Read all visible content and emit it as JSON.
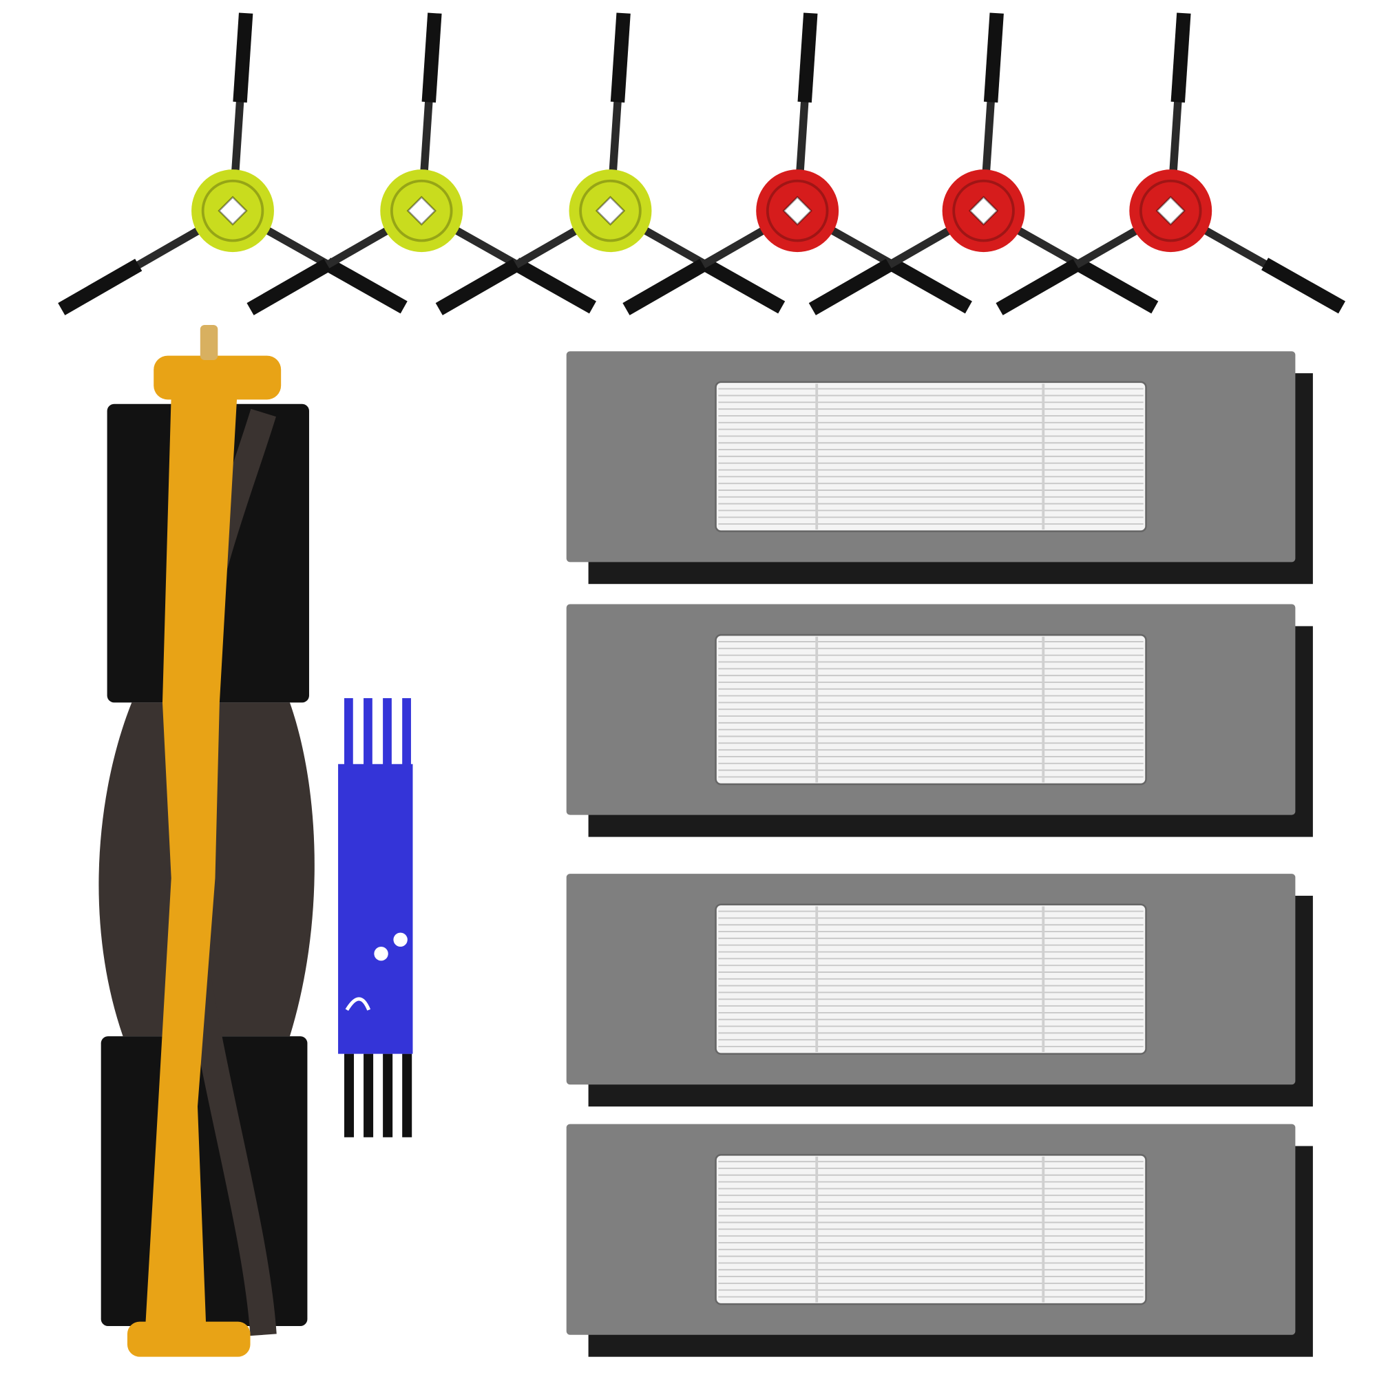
{
  "colors": {
    "background": "#ffffff",
    "brush_arm": "#2a2a2a",
    "brush_bristle": "#111111",
    "hub_yellow": "#c9dc1e",
    "hub_red": "#d61c1c",
    "roller_core": "#e8a316",
    "roller_rubber": "#121212",
    "roller_bristle": "#3a3330",
    "filter_frame": "#7f7f7f",
    "filter_media": "#f4f4f4",
    "filter_foam": "#1b1b1b",
    "cleaning_tool": "#3434d8"
  },
  "side_brushes": [
    {
      "hub": "yellow"
    },
    {
      "hub": "yellow"
    },
    {
      "hub": "yellow"
    },
    {
      "hub": "red"
    },
    {
      "hub": "red"
    },
    {
      "hub": "red"
    }
  ],
  "filters": [
    {},
    {},
    {},
    {}
  ],
  "icons": [
    "side-brush-icon",
    "main-roller-brush-icon",
    "cleaning-tool-icon",
    "hepa-filter-icon"
  ]
}
